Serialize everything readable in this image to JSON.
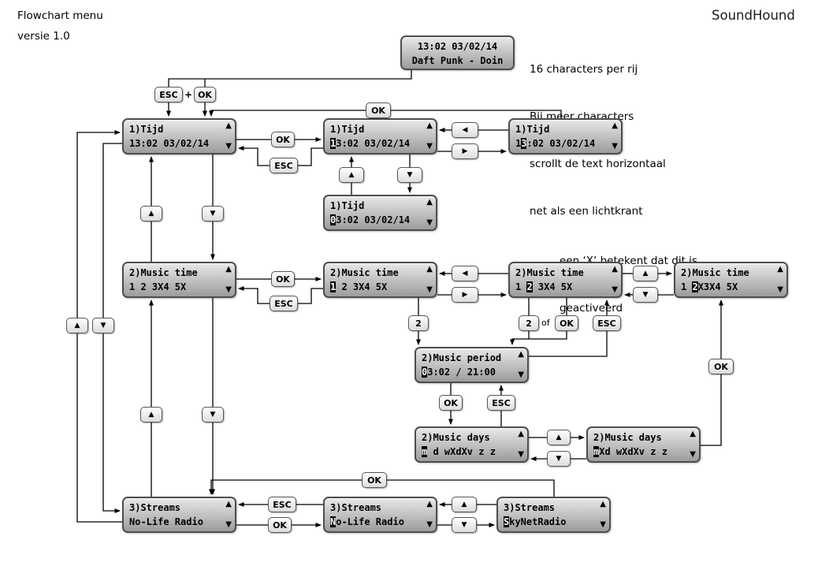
{
  "header": {
    "title": "Flowchart menu",
    "version": "versie 1.0",
    "brand": "SoundHound"
  },
  "annotations": {
    "chars_note": [
      "16 characters per rij",
      "Bij meer characters",
      "scrollt de text horizontaal",
      "net als een lichtkrant"
    ],
    "x_note": [
      "een ‘X’ betekent dat dit is",
      "geactiveerd"
    ]
  },
  "labels": {
    "ok": "OK",
    "esc": "ESC",
    "up": "▲",
    "down": "▼",
    "left": "◀",
    "right": "▶",
    "two": "2",
    "plus": "+",
    "of": "of"
  },
  "displays": {
    "now_playing": {
      "line1": "13:02 03/02/14",
      "line2": {
        "pre": "Daft Punk - Doin",
        "cursor": "",
        "post": ""
      }
    },
    "tijd_main": {
      "line1": "1)Tijd",
      "line2": {
        "pre": "13:02 03/02/14",
        "cursor": "",
        "post": ""
      }
    },
    "tijd_edit_digit1": {
      "line1": "1)Tijd",
      "line2": {
        "pre": "",
        "cursor": "1",
        "post": "3:02 03/02/14"
      }
    },
    "tijd_edit_digit2": {
      "line1": "1)Tijd",
      "line2": {
        "pre": "1",
        "cursor": "3",
        "post": ":02 03/02/14"
      }
    },
    "tijd_edit_changed": {
      "line1": "1)Tijd",
      "line2": {
        "pre": "",
        "cursor": "0",
        "post": "3:02 03/02/14"
      }
    },
    "music_time_main": {
      "line1": "2)Music time",
      "line2": {
        "pre": "1 2 3X4 5X",
        "cursor": "",
        "post": ""
      }
    },
    "music_time_edit1": {
      "line1": "2)Music time",
      "line2": {
        "pre": "",
        "cursor": "1",
        "post": " 2 3X4 5X"
      }
    },
    "music_time_edit2": {
      "line1": "2)Music time",
      "line2": {
        "pre": "1 ",
        "cursor": "2",
        "post": " 3X4 5X"
      }
    },
    "music_time_active": {
      "line1": "2)Music time",
      "line2": {
        "pre": "1 ",
        "cursor": "2",
        "post": "X3X4 5X"
      }
    },
    "music_period": {
      "line1": "2)Music period",
      "line2": {
        "pre": "",
        "cursor": "0",
        "post": "3:02 / 21:00"
      }
    },
    "music_days_edit": {
      "line1": "2)Music days",
      "line2": {
        "pre": "",
        "cursor": "m",
        "post": " d wXdXv z z"
      }
    },
    "music_days_active": {
      "line1": "2)Music days",
      "line2": {
        "pre": "",
        "cursor": "m",
        "post": "Xd wXdXv z z"
      }
    },
    "streams_main": {
      "line1": "3)Streams",
      "line2": {
        "pre": "No-Life Radio",
        "cursor": "",
        "post": ""
      }
    },
    "streams_edit": {
      "line1": "3)Streams",
      "line2": {
        "pre": "",
        "cursor": "N",
        "post": "o-Life Radio"
      }
    },
    "streams_alt": {
      "line1": "3)Streams",
      "line2": {
        "pre": "",
        "cursor": "S",
        "post": "kyNetRadio"
      }
    }
  }
}
